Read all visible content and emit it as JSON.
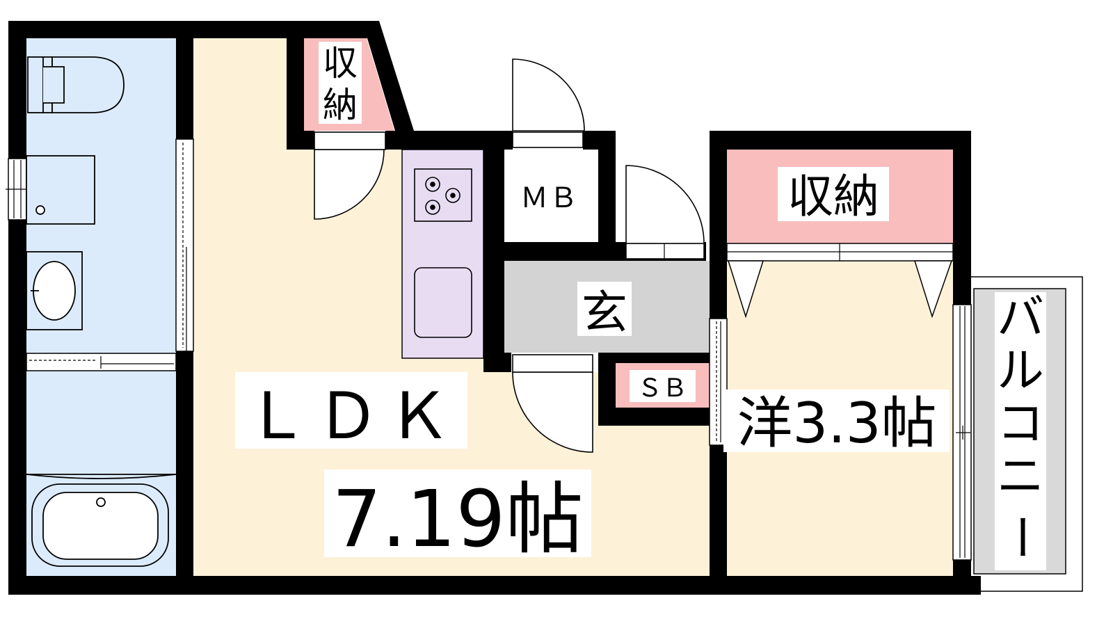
{
  "rooms": {
    "storage_small": {
      "label_line1": "収",
      "label_line2": "納"
    },
    "meter_box": {
      "label": "ＭＢ"
    },
    "storage_large": {
      "label": "収納"
    },
    "entrance": {
      "label": "玄"
    },
    "shoe_box": {
      "label": "ＳＢ"
    },
    "ldk": {
      "name": "ＬＤＫ",
      "size": "7.19帖"
    },
    "western": {
      "label": "洋3.3帖"
    },
    "balcony": {
      "label_chars": [
        "バ",
        "ル",
        "コ",
        "ニ",
        "ー"
      ]
    }
  },
  "colors": {
    "ldk_floor": "#fdf1d8",
    "wet_area": "#dcebfb",
    "storage": "#f9bdbd",
    "kitchen": "#e8dcf3",
    "entrance": "#d3d3d3",
    "balcony": "#d9d9d9",
    "wall": "#000000"
  }
}
